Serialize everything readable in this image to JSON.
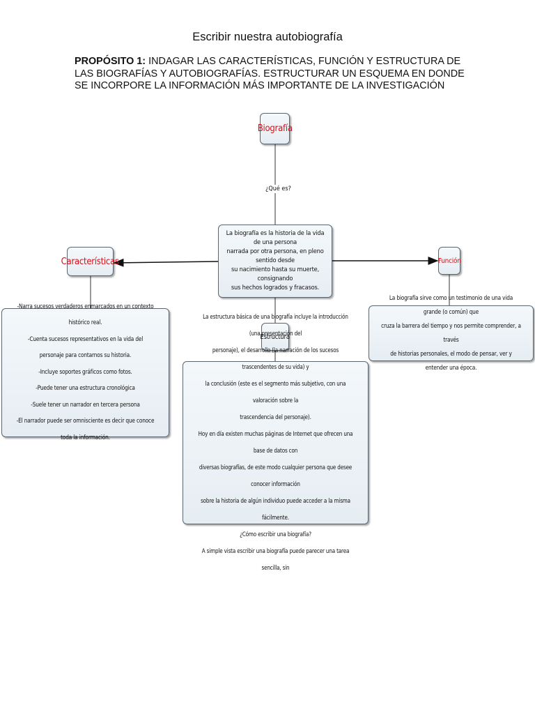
{
  "page": {
    "title": "Escribir nuestra autobiografía",
    "purpose_label": "PROPÓSITO 1:",
    "purpose_text": " INDAGAR LAS CARACTERÍSTICAS, FUNCIÓN Y ESTRUCTURA DE LAS BIOGRAFÍAS Y AUTOBIOGRAFÍAS. ESTRUCTURAR UN ESQUEMA EN DONDE SE INCORPORE LA INFORMACIÓN MÁS IMPORTANTE DE LA INVESTIGACIÓN"
  },
  "diagram": {
    "nodes": {
      "biografia": "Biografía",
      "que_es_link": "¿Qué es?",
      "definicion": [
        "La biografía es la historia de la vida de una persona",
        "narrada por otra persona, en pleno sentido desde",
        "su nacimiento hasta su muerte, consignando",
        "sus hechos logrados y fracasos."
      ],
      "caracteristicas": "Características",
      "funcion": "Función",
      "estructura": "Estructura",
      "caracteristicas_detalle": [
        "-Narra sucesos verdaderos enmarcados en un contexto histórico real.",
        "-Cuenta sucesos representativos en la vida del",
        "personaje para contarnos su historia.",
        "-Incluye soportes gráficos como fotos.",
        "-Puede tener una estructura cronológica",
        "-Suele tener un narrador en tercera persona",
        "-El narrador puede ser omnisciente es decir que conoce toda la información."
      ],
      "funcion_detalle": [
        "La biografía sirve como  un testimonio de una vida grande (o común) que",
        "cruza la barrera del tiempo y nos permite comprender, a través",
        "de historias personales, el modo de pensar, ver y entender una época."
      ],
      "estructura_detalle": [
        "La estructura básica de una biografía incluye la introducción (una presentación del",
        "personaje), el desarrollo (la narración de los sucesos trascendentes de su vida) y",
        "la conclusión (este es el segmento más subjetivo, con una valoración sobre la",
        "trascendencia del personaje).",
        "Hoy en día existen muchas páginas de Internet que ofrecen una base de datos con",
        "diversas biografías, de este modo cualquier persona que desee conocer información",
        "sobre la historia de algún individuo puede acceder a la misma fácilmente.",
        "¿Cómo escribir una biografía?",
        "A simple vista escribir una biografía puede parecer una tarea sencilla, sin"
      ]
    },
    "colors": {
      "title_red": "#d8101a",
      "border": "#5a6570",
      "node_fill": "#e6edf2"
    }
  }
}
